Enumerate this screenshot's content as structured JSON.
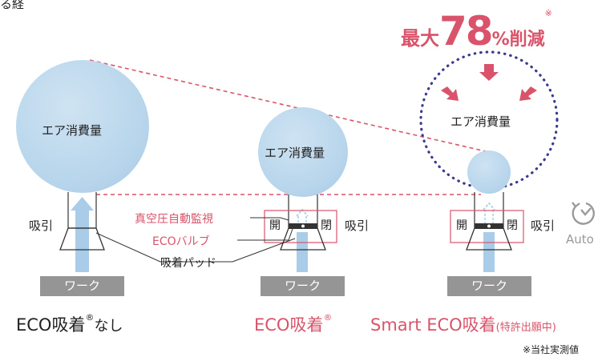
{
  "top_partial": "る経",
  "headline": {
    "prefix": "最大",
    "number": "78",
    "suffix": "%削減",
    "note_mark": "※",
    "color": "#d9546a"
  },
  "air_label": "エア消費量",
  "suction_label": "吸引",
  "open_label": "開",
  "closed_label": "閉",
  "work_label": "ワーク",
  "callouts": {
    "vacuum_monitor": "真空圧自動監視",
    "eco_valve": "ECOバルブ",
    "pad": "吸着パッド"
  },
  "auto_label": "Auto",
  "captions": {
    "without": {
      "main": "ECO吸着",
      "reg": "®",
      "tail": "なし"
    },
    "eco": {
      "main": "ECO吸着",
      "reg": "®"
    },
    "smart": {
      "main": "Smart ECO吸着",
      "sub": "(特許出願中)"
    }
  },
  "footnote": "※当社実測値",
  "colors": {
    "accent": "#d9546a",
    "bubble": "#b9d6ec",
    "dotted_circle": "#3d3b8e",
    "arrow": "#a9cde8",
    "work": "#959595"
  }
}
